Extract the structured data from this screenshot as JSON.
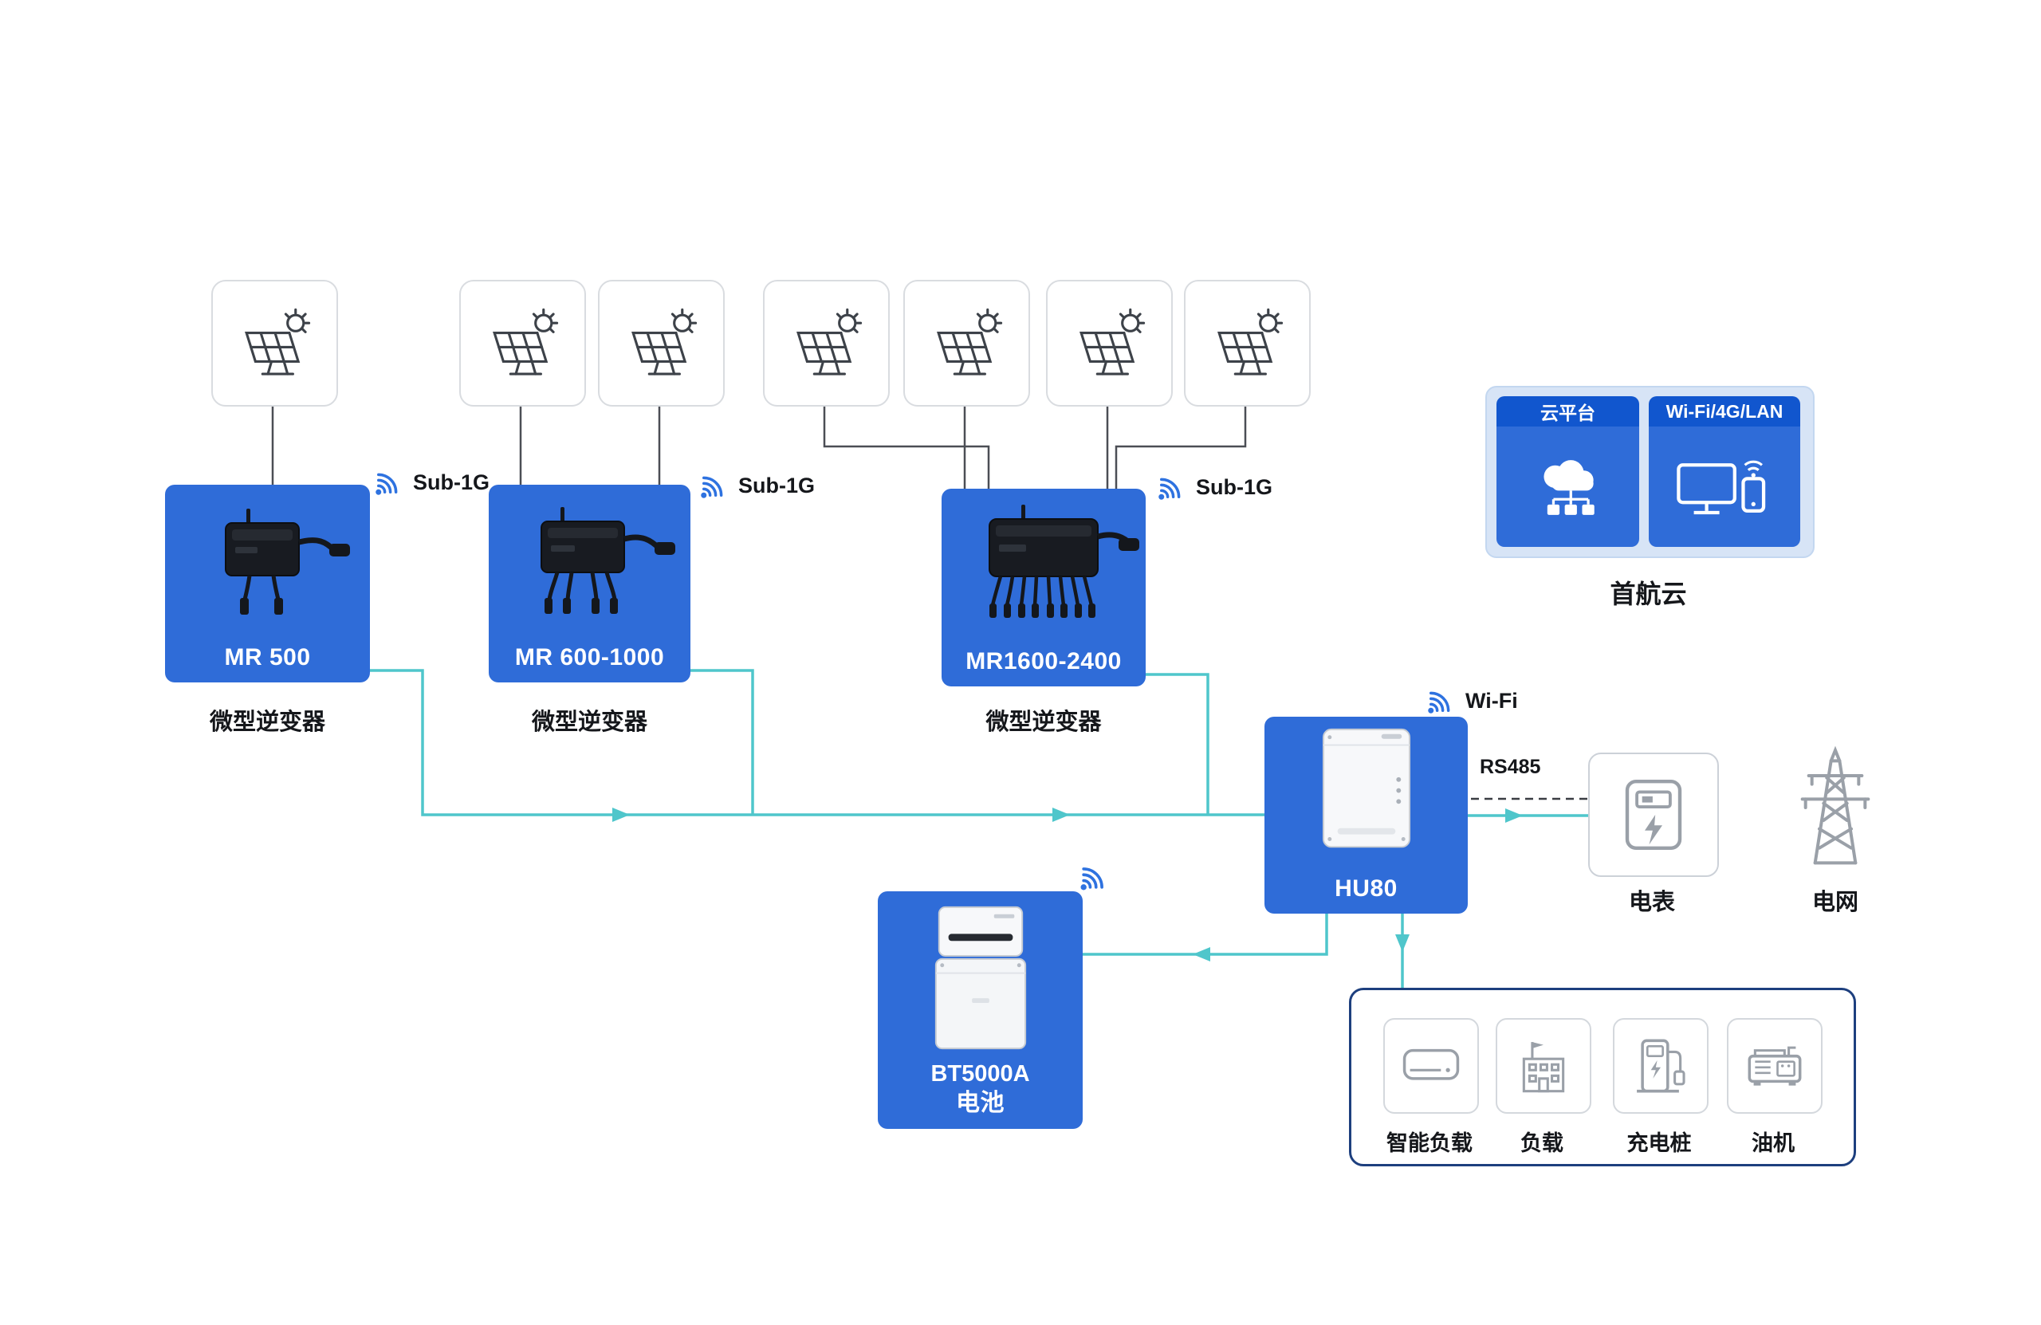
{
  "colors": {
    "accent_blue": "#2f6cd8",
    "header_blue": "#1156ce",
    "teal_line": "#4fc6cb",
    "icon_gray": "#9aa0a8",
    "loads_border": "#1d3f7e"
  },
  "inverters": [
    {
      "name": "MR 500",
      "caption": "微型逆变器",
      "radio": "Sub-1G"
    },
    {
      "name": "MR 600-1000",
      "caption": "微型逆变器",
      "radio": "Sub-1G"
    },
    {
      "name": "MR1600-2400",
      "caption": "微型逆变器",
      "radio": "Sub-1G"
    }
  ],
  "cloud": {
    "platform_label": "云平台",
    "connectivity_label": "Wi-Fi/4G/LAN",
    "caption": "首航云"
  },
  "hub": {
    "name": "HU80",
    "radio": "Wi-Fi",
    "bus_label": "RS485"
  },
  "battery": {
    "name": "BT5000A",
    "type_label": "电池"
  },
  "meter": {
    "label": "电表"
  },
  "grid": {
    "label": "电网"
  },
  "loads": {
    "items": [
      {
        "label": "智能负载"
      },
      {
        "label": "负载"
      },
      {
        "label": "充电桩"
      },
      {
        "label": "油机"
      }
    ]
  }
}
